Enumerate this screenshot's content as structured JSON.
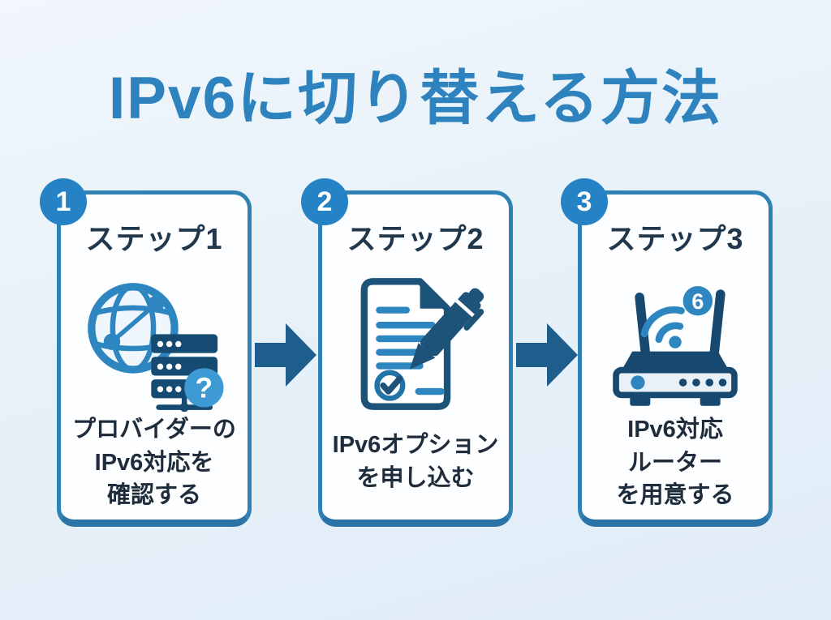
{
  "title": "IPv6に切り替える方法",
  "colors": {
    "accent_blue": "#2e86c1",
    "dark_navy": "#17486f",
    "title_blue": "#2e82bd",
    "card_border": "#3182b4",
    "arrow": "#1f5d8d",
    "badge": "#2583c5",
    "body_text": "#1e2c3c",
    "background": "#e7f1f9"
  },
  "steps": [
    {
      "number": "1",
      "label": "ステップ1",
      "icon": "globe-server-question-icon",
      "icon_badge": "?",
      "description": "プロバイダーの\nIPv6対応を\n確認する"
    },
    {
      "number": "2",
      "label": "ステップ2",
      "icon": "application-form-pen-icon",
      "icon_badge": "",
      "description": "IPv6オプション\nを申し込む"
    },
    {
      "number": "3",
      "label": "ステップ3",
      "icon": "wifi6-router-icon",
      "icon_badge": "6",
      "description": "IPv6対応\nルーター\nを用意する"
    }
  ]
}
